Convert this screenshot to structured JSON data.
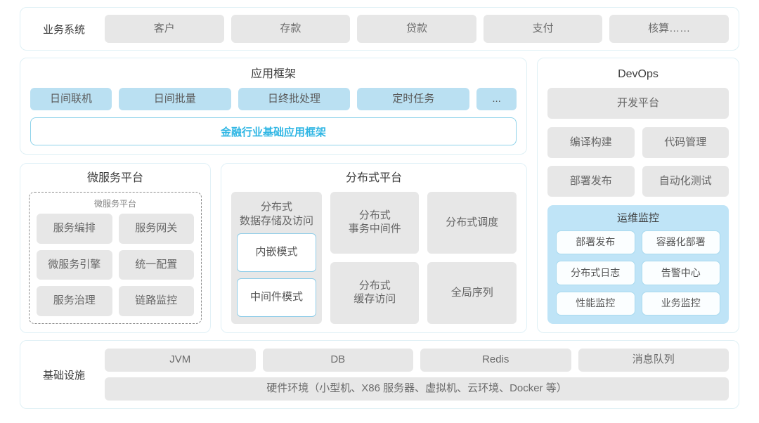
{
  "business_row": {
    "label": "业务系统",
    "items": [
      "客户",
      "存款",
      "贷款",
      "支付",
      "核算……"
    ]
  },
  "app_framework": {
    "title": "应用框架",
    "tags": [
      "日间联机",
      "日间批量",
      "日终批处理",
      "定时任务",
      "..."
    ],
    "banner": "金融行业基础应用框架"
  },
  "micro_service": {
    "title": "微服务平台",
    "inner_label": "微服务平台",
    "items": [
      "服务编排",
      "服务网关",
      "微服务引擎",
      "统一配置",
      "服务治理",
      "链路监控"
    ]
  },
  "distributed": {
    "title": "分布式平台",
    "storage_card": {
      "head": "分布式\n数据存储及访问",
      "head_line1": "分布式",
      "head_line2": "数据存储及访问",
      "modes": [
        "内嵌模式",
        "中间件模式"
      ]
    },
    "col_mid": [
      {
        "line1": "分布式",
        "line2": "事务中间件"
      },
      {
        "line1": "分布式",
        "line2": "缓存访问"
      }
    ],
    "col_right": [
      {
        "line1": "分布式调度",
        "line2": ""
      },
      {
        "line1": "全局序列",
        "line2": ""
      }
    ]
  },
  "devops": {
    "title": "DevOps",
    "platform": "开发平台",
    "items": [
      "编译构建",
      "代码管理",
      "部署发布",
      "自动化测试"
    ],
    "ops_monitor": {
      "title": "运维监控",
      "items": [
        "部署发布",
        "容器化部署",
        "分布式日志",
        "告警中心",
        "性能监控",
        "业务监控"
      ]
    }
  },
  "infrastructure": {
    "label": "基础设施",
    "items": [
      "JVM",
      "DB",
      "Redis",
      "消息队列"
    ],
    "hardware": "硬件环境（小型机、X86 服务器、虚拟机、云环境、Docker 等）"
  },
  "colors": {
    "accent": "#2fb6e4",
    "chip_gray": "#e7e7e7",
    "chip_blue": "#bae0f2",
    "ops_bg": "#bfe4f7",
    "panel_border": "#dff0f5"
  }
}
